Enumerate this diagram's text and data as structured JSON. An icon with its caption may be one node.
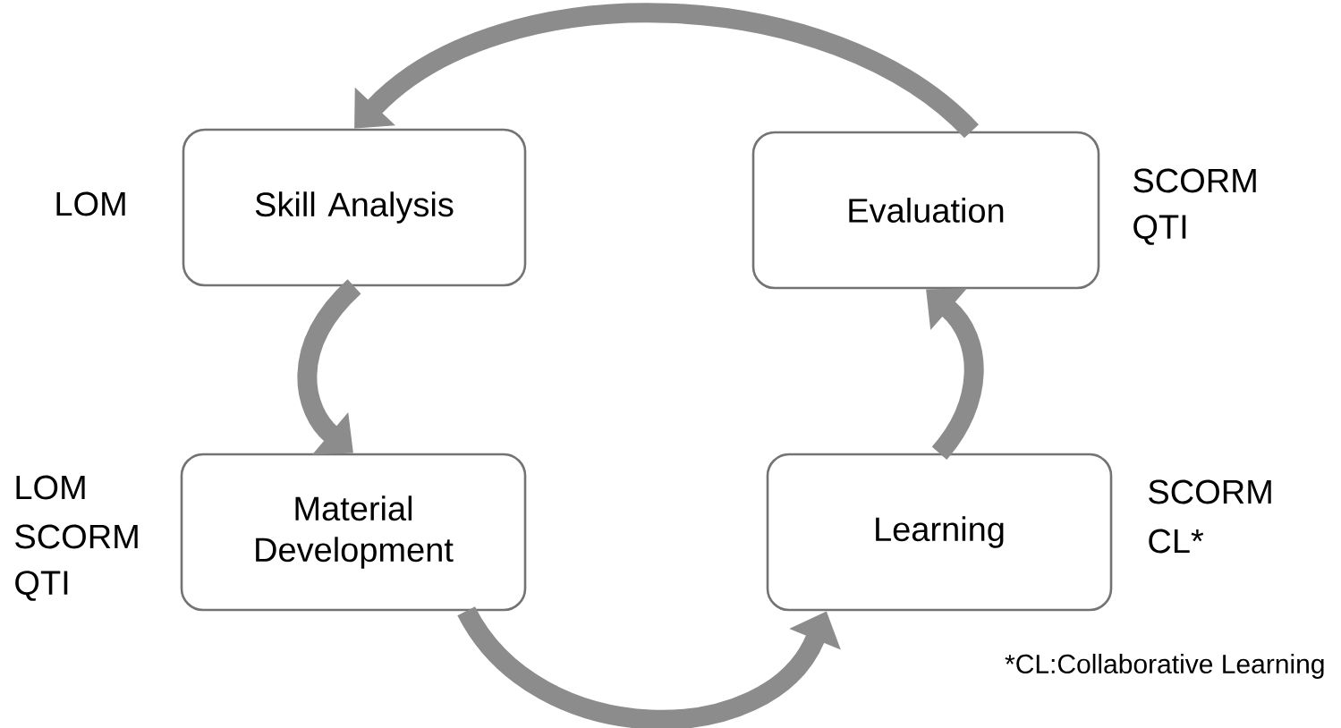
{
  "diagram": {
    "nodes": [
      {
        "text": [
          "Skill Analysis"
        ],
        "beside": [
          "LOM"
        ]
      },
      {
        "text": [
          "Evaluation"
        ],
        "beside": [
          "SCORM",
          "QTI"
        ]
      },
      {
        "text": [
          "Material Development"
        ],
        "beside": [
          "LOM",
          "SCORM",
          "QTI"
        ]
      },
      {
        "text": [
          "Learning"
        ],
        "beside": [
          "SCORM",
          "CL*"
        ]
      }
    ],
    "edges": [
      {
        "from": 1,
        "to": 0,
        "arrow": "to"
      },
      {
        "from": 0,
        "to": 2,
        "arrow": "to"
      },
      {
        "from": 2,
        "to": 3,
        "arrow": "to"
      },
      {
        "from": 3,
        "to": 1,
        "arrow": "to"
      }
    ],
    "labels": [
      "*CL:Collaborative Learning"
    ]
  }
}
